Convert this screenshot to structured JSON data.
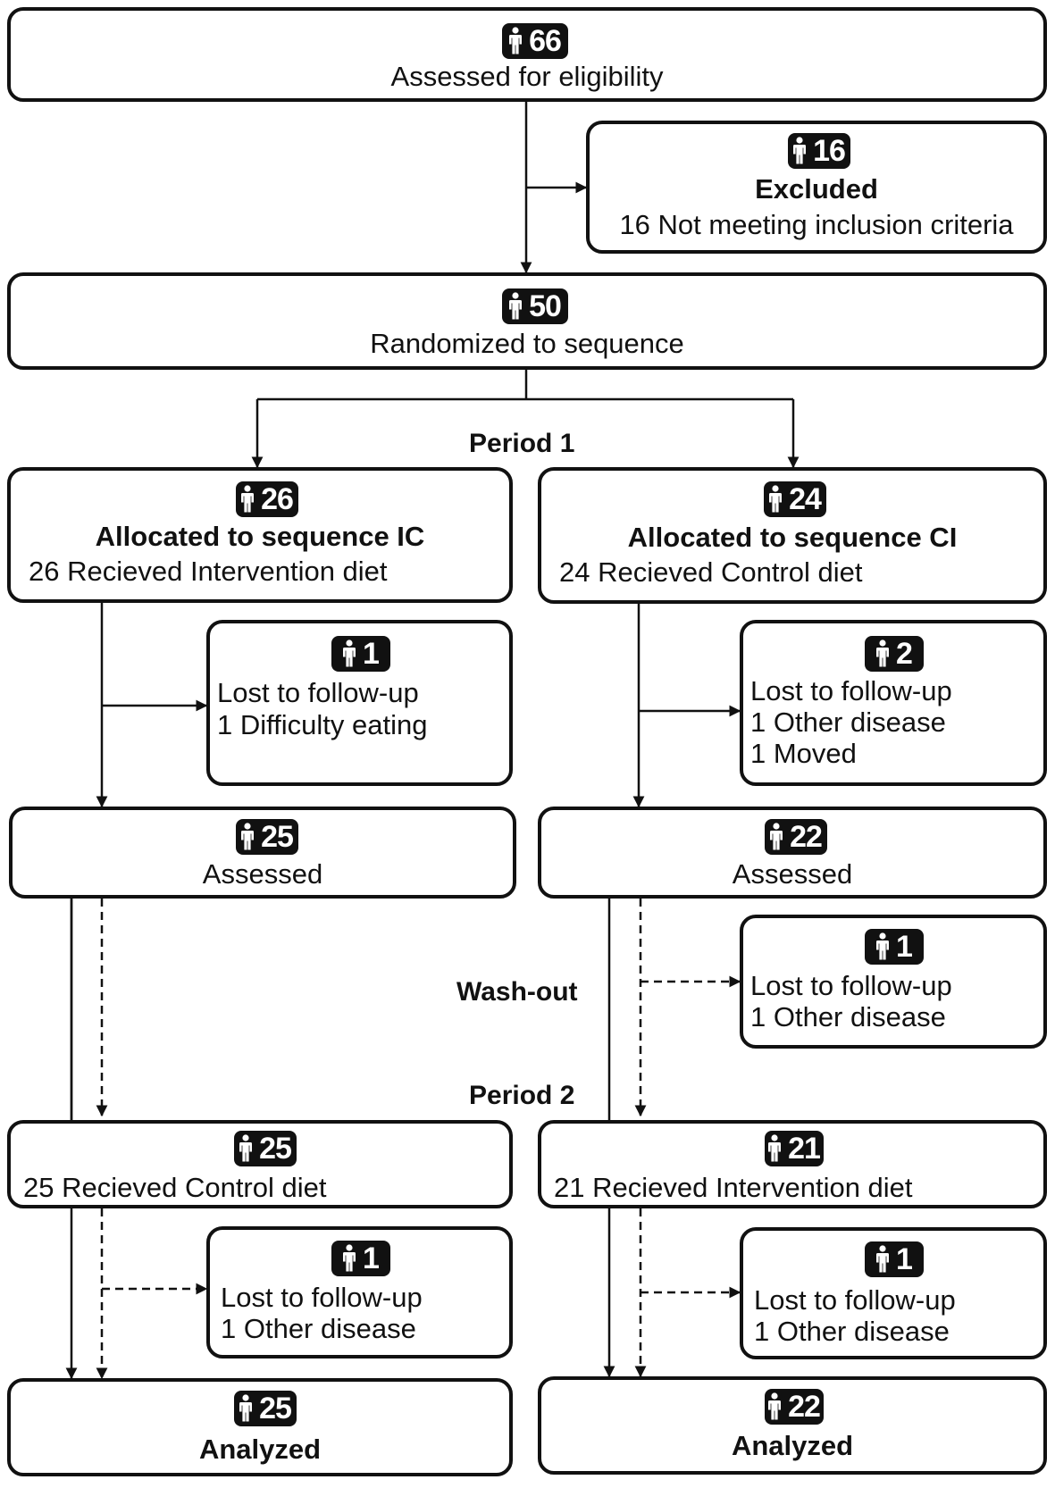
{
  "nodes": {
    "eligibility": {
      "count": "66",
      "label": "Assessed for eligibility"
    },
    "excluded": {
      "count": "16",
      "title": "Excluded",
      "detail": "16 Not meeting inclusion criteria"
    },
    "randomized": {
      "count": "50",
      "label": "Randomized to sequence"
    },
    "arm_ic": {
      "count": "26",
      "title": "Allocated to sequence IC",
      "detail": "26 Recieved Intervention diet"
    },
    "arm_ci": {
      "count": "24",
      "title": "Allocated to sequence CI",
      "detail": "24 Recieved Control diet"
    },
    "lost_ic_p1": {
      "count": "1",
      "line1": "Lost to follow-up",
      "line2": "1 Difficulty eating"
    },
    "lost_ci_p1": {
      "count": "2",
      "line1": "Lost to follow-up",
      "line2": "1 Other disease",
      "line3": "1 Moved"
    },
    "assessed_ic": {
      "count": "25",
      "label": "Assessed"
    },
    "assessed_ci": {
      "count": "22",
      "label": "Assessed"
    },
    "lost_ci_washout": {
      "count": "1",
      "line1": "Lost to follow-up",
      "line2": "1 Other disease"
    },
    "p2_ic": {
      "count": "25",
      "label": "25 Recieved Control diet"
    },
    "p2_ci": {
      "count": "21",
      "label": "21 Recieved Intervention diet"
    },
    "lost_ic_p2": {
      "count": "1",
      "line1": "Lost to follow-up",
      "line2": "1 Other disease"
    },
    "lost_ci_p2": {
      "count": "1",
      "line1": "Lost to follow-up",
      "line2": "1 Other disease"
    },
    "analyzed_ic": {
      "count": "25",
      "label": "Analyzed"
    },
    "analyzed_ci": {
      "count": "22",
      "label": "Analyzed"
    }
  },
  "phases": {
    "period1": "Period 1",
    "washout": "Wash-out",
    "period2": "Period 2"
  },
  "icon": "person-icon",
  "colors": {
    "ink": "#111111",
    "background": "#ffffff"
  }
}
